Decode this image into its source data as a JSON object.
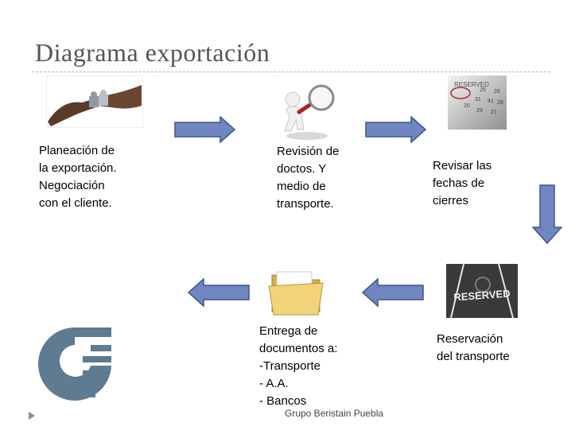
{
  "slide": {
    "title": "Diagrama exportación",
    "footer": "Grupo Beristain Puebla"
  },
  "steps": [
    {
      "text": "Planeación de\nla exportación.\nNegociación\ncon el cliente.",
      "icon": "handshake-puzzle-icon"
    },
    {
      "text": "Revisión de\ndoctos.  Y\nmedio de\ntransporte.",
      "icon": "magnifier-person-icon"
    },
    {
      "text": "Revisar las\nfechas de\ncierres",
      "icon": "calendar-icon"
    },
    {
      "text": "Reservación\ndel transporte",
      "icon": "reserved-road-icon"
    },
    {
      "text": "Entrega de\ndocumentos a:\n-Transporte\n- A.A.\n- Bancos",
      "icon": "folder-icon"
    }
  ],
  "reserved_sign": "RESERVED",
  "colors": {
    "arrow_fill": "#6f86c0",
    "arrow_stroke": "#3d5589",
    "title": "#555555",
    "logo": "#5e7b92"
  }
}
